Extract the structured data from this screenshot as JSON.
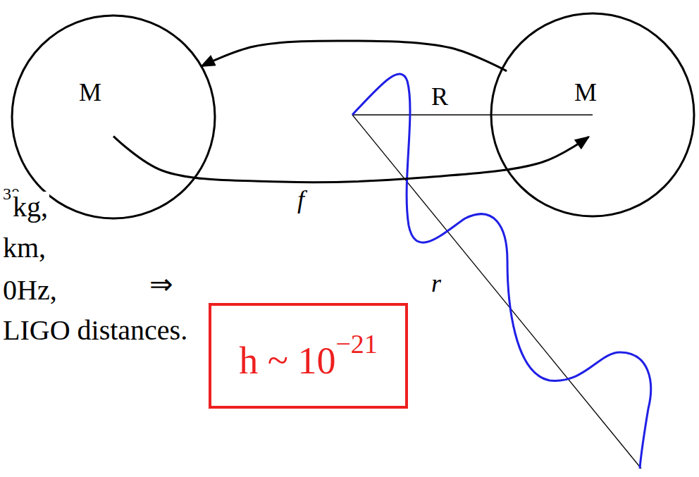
{
  "diagram": {
    "nodes": [
      {
        "text": [
          "M"
        ]
      },
      {
        "text": [
          "M"
        ]
      },
      {
        "text": [
          "h ~ 10",
          "−21"
        ]
      }
    ],
    "edges": [
      {
        "from": 1,
        "to": 0,
        "arrow": "to"
      },
      {
        "from": 0,
        "to": 1,
        "arrow": "to",
        "label": "f"
      }
    ],
    "labels": [
      "R",
      "r",
      "30",
      "kg,",
      "km,",
      "0Hz,",
      "LIGO distances.",
      "⇒"
    ]
  }
}
